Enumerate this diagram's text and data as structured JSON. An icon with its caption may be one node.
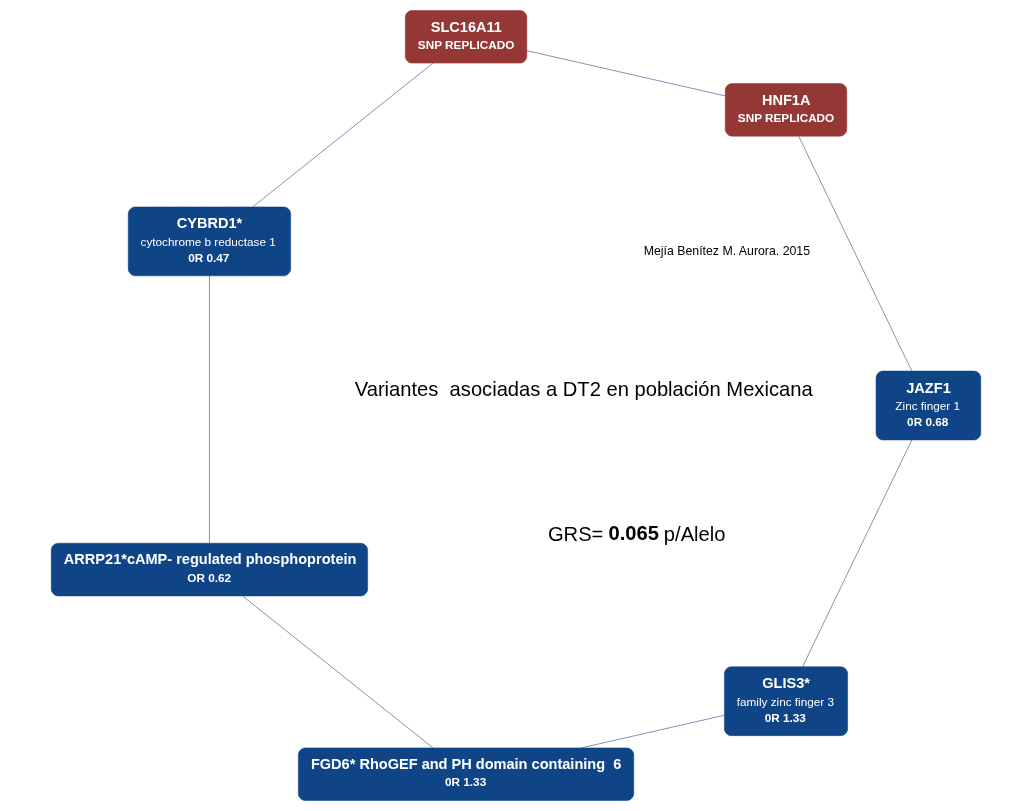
{
  "diagram": {
    "nodes": [
      {
        "text": [
          "GLIS3*",
          "family zinc finger 3",
          "0R 1.33"
        ]
      },
      {
        "text": [
          "FGD6* RhoGEF and PH domain containing  6",
          "0R 1.33"
        ]
      },
      {
        "text": [
          "JAZF1",
          "Zinc finger 1",
          "0R 0.68"
        ]
      },
      {
        "text": [
          "HNF1A",
          "SNP REPLICADO"
        ]
      },
      {
        "text": [
          "ARRP21*cAMP- regulated phosphoprotein",
          "OR 0.62"
        ]
      },
      {
        "text": [
          "CYBRD1*",
          "cytochrome b reductase 1",
          "0R 0.47"
        ]
      },
      {
        "text": [
          "SLC16A11",
          "SNP REPLICADO"
        ]
      }
    ],
    "edges": [
      {
        "from": 0,
        "to": 1,
        "arrow": "none"
      },
      {
        "from": 1,
        "to": 4,
        "arrow": "none"
      },
      {
        "from": 4,
        "to": 5,
        "arrow": "none"
      },
      {
        "from": 5,
        "to": 6,
        "arrow": "none"
      },
      {
        "from": 6,
        "to": 3,
        "arrow": "none"
      },
      {
        "from": 3,
        "to": 2,
        "arrow": "none"
      },
      {
        "from": 2,
        "to": 0,
        "arrow": "none"
      }
    ],
    "labels": [
      "Variantes  asociadas a DT2 en población Mexicana",
      "GRS= **0.065** p/Alelo",
      "Mejía Benítez M. Aurora. 2015"
    ]
  }
}
